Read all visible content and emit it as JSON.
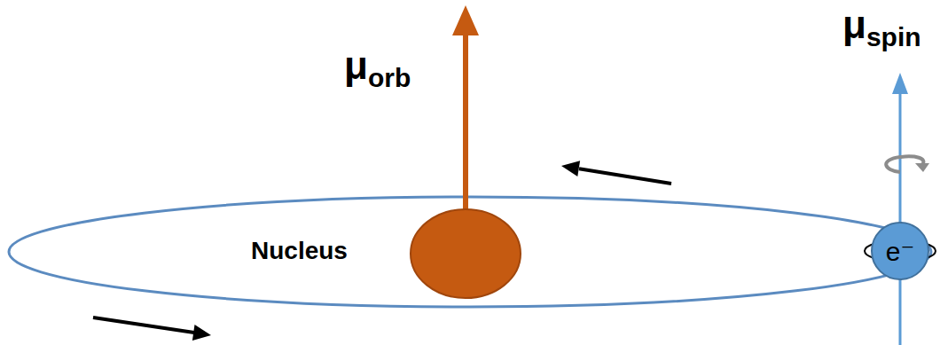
{
  "diagram": {
    "nodes": [
      {
        "text": [
          "e⁻"
        ]
      }
    ],
    "labels": [
      "μorb",
      "μspin",
      "Nucleus"
    ]
  }
}
